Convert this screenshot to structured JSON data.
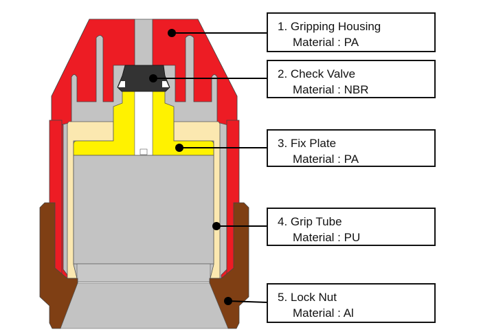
{
  "colors": {
    "gripping_housing": "#ed1c24",
    "check_valve": "#333333",
    "fix_plate": "#fff200",
    "grip_tube": "#fbe8b0",
    "lock_nut": "#7f3f14",
    "body": "#c3c3c3"
  },
  "parts": [
    {
      "number": "1.",
      "name": "Gripping Housing",
      "title": "1. Gripping Housing",
      "material": "Material : PA"
    },
    {
      "number": "2.",
      "name": "Check Valve",
      "title": "2. Check Valve",
      "material": "Material : NBR"
    },
    {
      "number": "3.",
      "name": "Fix Plate",
      "title": "3. Fix Plate",
      "material": "Material : PA"
    },
    {
      "number": "4.",
      "name": "Grip Tube",
      "title": "4. Grip Tube",
      "material": "Material : PU"
    },
    {
      "number": "5.",
      "name": "Lock Nut",
      "title": "5. Lock Nut",
      "material": "Material : Al"
    }
  ]
}
